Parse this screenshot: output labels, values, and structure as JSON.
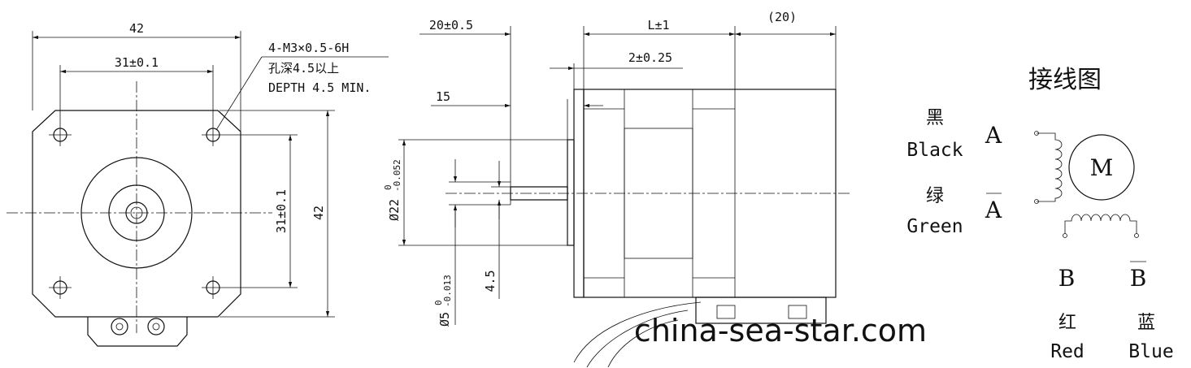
{
  "front_view": {
    "width": "42",
    "hole_spacing": "31±0.1",
    "hole_spec_line1": "4-M3×0.5-6H",
    "hole_spec_line2": "孔深4.5以上",
    "hole_spec_line3": "DEPTH 4.5 MIN.",
    "vertical_spacing": "31±0.1",
    "height": "42"
  },
  "side_view": {
    "shaft_length": "20±0.5",
    "body_length": "L±1",
    "lead_length": "(20)",
    "boss_height": "2±0.25",
    "flat_length": "15",
    "boss_diameter": "Ø22",
    "boss_tol_upper": "0",
    "boss_tol_lower": "-0.052",
    "shaft_diameter": "Ø5",
    "shaft_tol_upper": "0",
    "shaft_tol_lower": "-0.013",
    "flat_depth": "4.5"
  },
  "wiring": {
    "title": "接线图",
    "black_cn": "黑",
    "black_en": "Black",
    "green_cn": "绿",
    "green_en": "Green",
    "phase_a": "A",
    "phase_a_bar": "A",
    "motor_label": "M",
    "phase_b": "B",
    "phase_b_bar": "B",
    "red_cn": "红",
    "red_en": "Red",
    "blue_cn": "蓝",
    "blue_en": "Blue"
  },
  "watermark": "china-sea-star.com"
}
